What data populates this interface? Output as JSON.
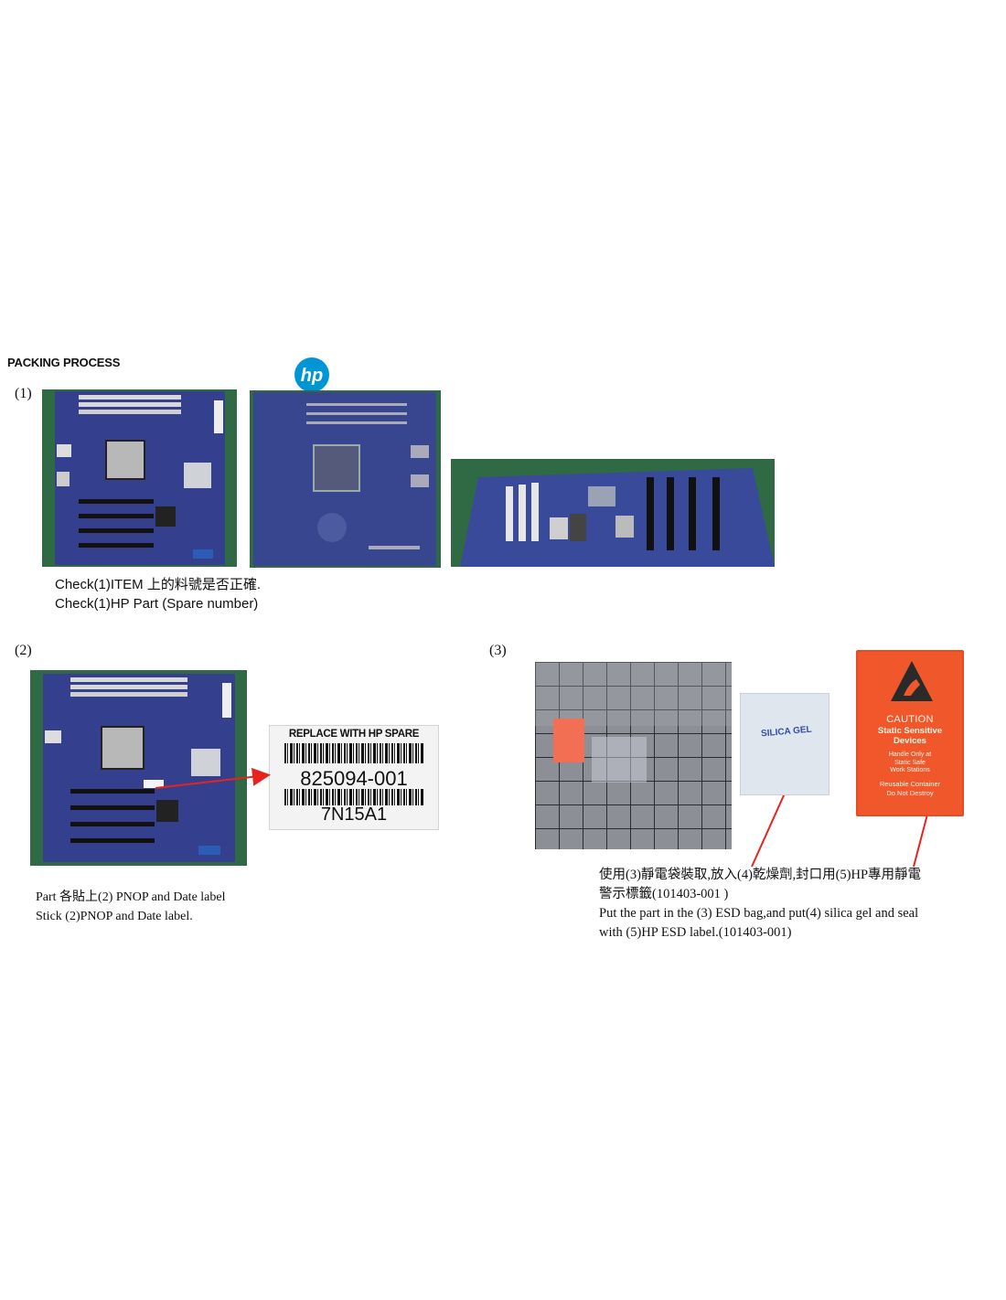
{
  "title": "PACKING PROCESS",
  "steps": {
    "s1": "(1)",
    "s2": "(2)",
    "s3": "(3)"
  },
  "brand": {
    "logo_text": "hp",
    "color": "#0096d6"
  },
  "captions": {
    "step1_line1": "Check(1)ITEM 上的料號是否正確.",
    "step1_line2": "Check(1)HP Part (Spare number)",
    "step2_line1": "Part 各貼上(2) PNOP and Date label",
    "step2_line2": "Stick (2)PNOP and Date label.",
    "step3_line1": "使用(3)靜電袋裝取,放入(4)乾燥劑,封口用(5)HP專用靜電",
    "step3_line2": "警示標籤(101403-001 )",
    "step3_line3": "Put the part in the (3) ESD bag,and put(4) silica gel and seal",
    "step3_line4": "with (5)HP ESD label.(101403-001)"
  },
  "spare_label": {
    "heading": "REPLACE WITH HP SPARE",
    "part_number": "825094-001",
    "code": "7N15A1"
  },
  "silica_label": {
    "text": "SILICA GEL"
  },
  "esd_label": {
    "caution": "CAUTION",
    "line1": "Static Sensitive",
    "line2": "Devices",
    "line3": "Handle Only at",
    "line4": "Static Safe",
    "line5": "Work Stations",
    "line6": "Reusable Container",
    "line7": "Do Not Destroy"
  },
  "colors": {
    "background": "#ffffff",
    "arrow": "#e8231e",
    "esd_orange": "#f0582c",
    "board_blue": "#34408e",
    "photo_green": "#2f6a44"
  }
}
